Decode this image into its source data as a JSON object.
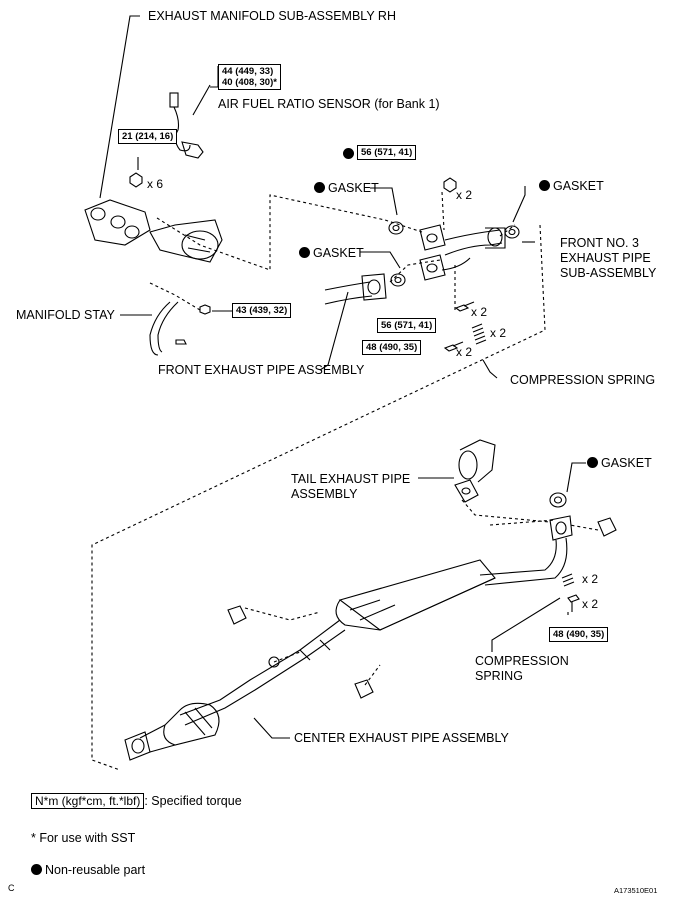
{
  "labels": {
    "manifold_rh": "EXHAUST MANIFOLD SUB-ASSEMBLY RH",
    "af_sensor": "AIR FUEL RATIO SENSOR (for Bank 1)",
    "gasket": "GASKET",
    "front_no3_line1": "FRONT NO. 3",
    "front_no3_line2": "EXHAUST PIPE",
    "front_no3_line3": "SUB-ASSEMBLY",
    "manifold_stay": "MANIFOLD STAY",
    "front_exhaust": "FRONT EXHAUST PIPE ASSEMBLY",
    "compression_spring": "COMPRESSION SPRING",
    "tail_line1": "TAIL EXHAUST PIPE",
    "tail_line2": "ASSEMBLY",
    "compression_line1": "COMPRESSION",
    "compression_line2": "SPRING",
    "center_exhaust": "CENTER EXHAUST PIPE ASSEMBLY"
  },
  "torques": {
    "af_sensor_line1": "44 (449, 33)",
    "af_sensor_line2": "40 (408, 30)*",
    "manifold_nut": "21 (214, 16)",
    "upper_nut": "56 (571, 41)",
    "stay_bolt": "43 (439, 32)",
    "lower_bolt": "56 (571, 41)",
    "front_spring_bolt": "48 (490, 35)",
    "tail_spring_bolt": "48 (490, 35)"
  },
  "quantities": {
    "x6": "x 6",
    "x2": "x 2"
  },
  "legend": {
    "torque_box": "N*m (kgf*cm, ft.*lbf)",
    "torque_text": ": Specified torque",
    "sst_note": "* For use with SST",
    "non_reusable": "Non-reusable part"
  },
  "corner": {
    "left": "C",
    "right": "A173510E01"
  }
}
